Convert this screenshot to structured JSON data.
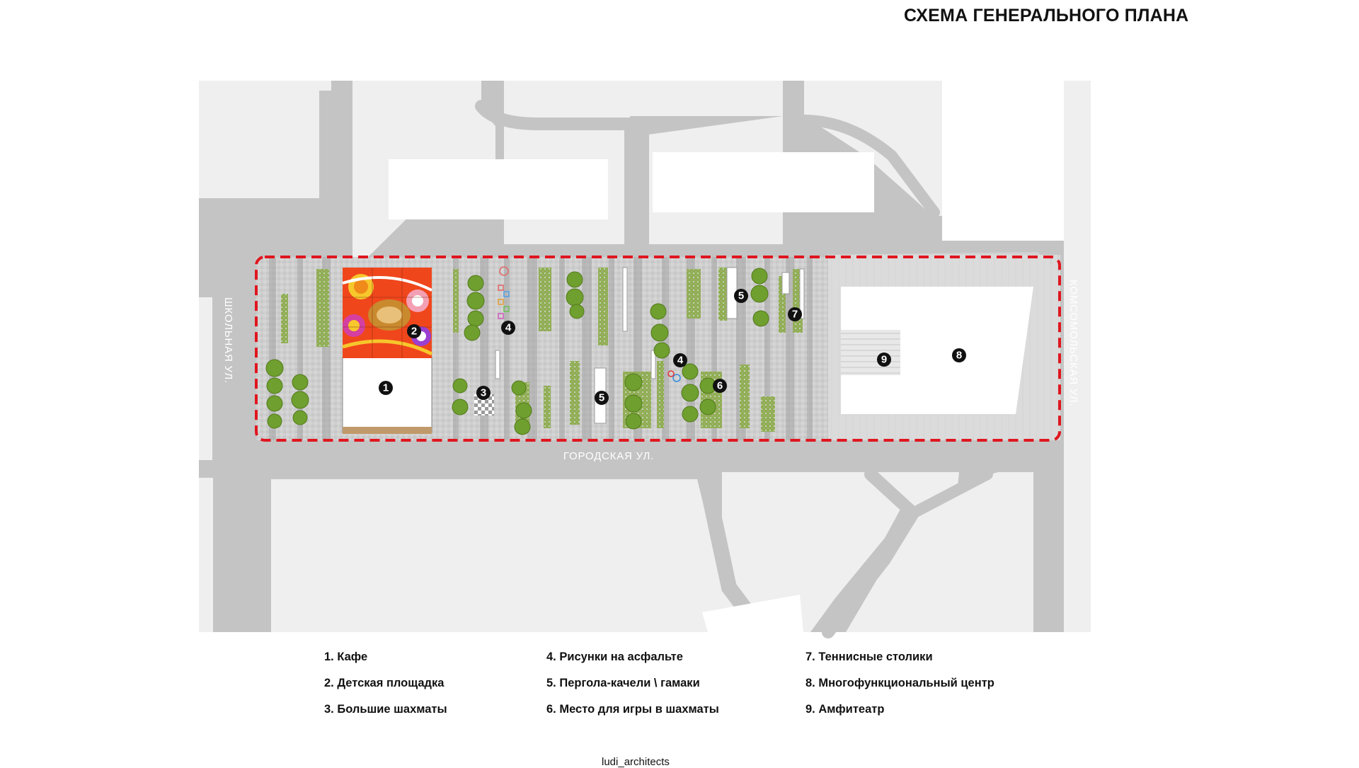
{
  "title": "СХЕМА ГЕНЕРАЛЬНОГО ПЛАНА",
  "streets": {
    "shkolnaya": "ШКОЛЬНАЯ УЛ.",
    "gorodskaya": "ГОРОДСКАЯ УЛ.",
    "komsomolskaya": "КОМСОМОЛЬСКАЯ УЛ."
  },
  "markers": [
    "1",
    "2",
    "3",
    "4",
    "4",
    "5",
    "5",
    "6",
    "7",
    "8",
    "9"
  ],
  "legend": [
    "1. Кафе",
    "2. Детская площадка",
    "3. Большие шахматы",
    "4. Рисунки на асфальте",
    "5. Пергола-качели \\ гамаки",
    "6. Место для игры в шахматы",
    "7. Теннисные столики",
    "8. Многофункциональный центр",
    "9. Амфитеатр"
  ],
  "credit": "ludi_architects",
  "colors": {
    "road": "#c4c4c4",
    "block": "#efefef",
    "boundary": "#e0161f",
    "marker": "#111111",
    "greenery": "#7ea542",
    "playground": "#f0461c"
  }
}
